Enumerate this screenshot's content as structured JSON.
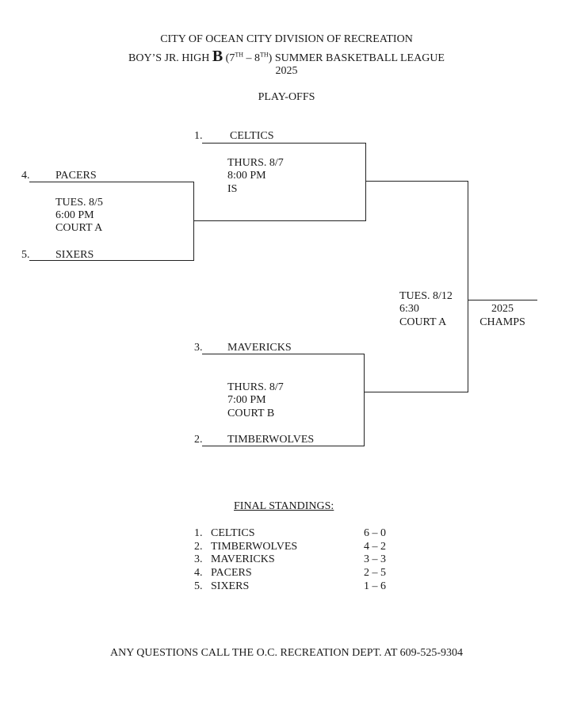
{
  "header": {
    "line1": "CITY OF OCEAN CITY DIVISION OF RECREATION",
    "line2_prefix": "BOY’S JR. HIGH ",
    "line2_division": "B",
    "line2_open": " (7",
    "line2_sup1": "TH",
    "line2_dash": " – 8",
    "line2_sup2": "TH",
    "line2_suffix": ") SUMMER BASKETBALL LEAGUE",
    "year": "2025",
    "subtitle": "PLAY-OFFS"
  },
  "bracket": {
    "seed1": {
      "seed": "1.",
      "team": "CELTICS"
    },
    "seed4": {
      "seed": "4.",
      "team": "PACERS"
    },
    "seed5": {
      "seed": "5.",
      "team": "SIXERS"
    },
    "seed3": {
      "seed": "3.",
      "team": "MAVERICKS"
    },
    "seed2": {
      "seed": "2.",
      "team": "TIMBERWOLVES"
    },
    "game_4v5": [
      "TUES. 8/5",
      "6:00 PM",
      "COURT A"
    ],
    "game_top": [
      "THURS. 8/7",
      "8:00 PM",
      "IS"
    ],
    "game_bottom": [
      "THURS. 8/7",
      "7:00 PM",
      "COURT B"
    ],
    "final_game": [
      "TUES. 8/12",
      "6:30",
      "COURT A"
    ],
    "champion_label": [
      "2025",
      "CHAMPS"
    ]
  },
  "standings": {
    "heading": "FINAL STANDINGS:",
    "rows": [
      {
        "rank": "1.",
        "team": "CELTICS",
        "record": "6 – 0"
      },
      {
        "rank": "2.",
        "team": "TIMBERWOLVES",
        "record": "4 – 2"
      },
      {
        "rank": "3.",
        "team": "MAVERICKS",
        "record": "3 – 3"
      },
      {
        "rank": "4.",
        "team": "PACERS",
        "record": "2 – 5"
      },
      {
        "rank": "5.",
        "team": "SIXERS",
        "record": "1 – 6"
      }
    ]
  },
  "footer": "ANY QUESTIONS CALL THE O.C. RECREATION DEPT. AT 609-525-9304"
}
